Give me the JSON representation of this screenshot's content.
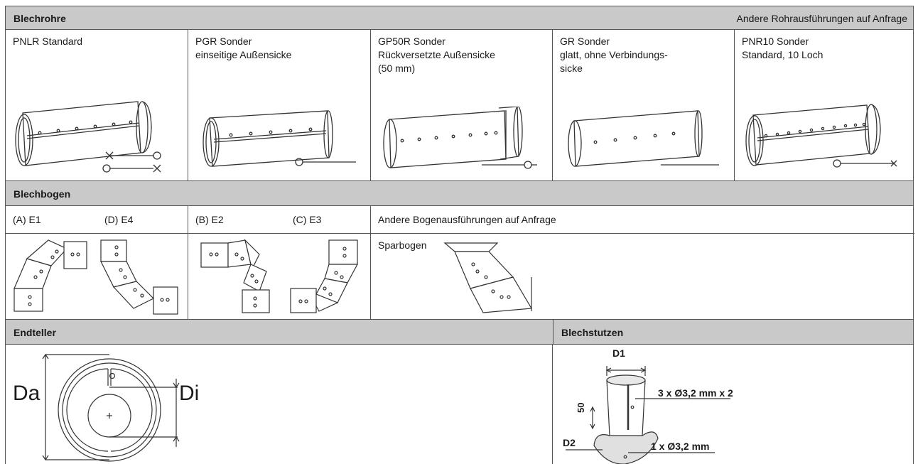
{
  "blechrohre": {
    "title": "Blechrohre",
    "note": "Andere Rohrausführungen auf Anfrage",
    "items": [
      {
        "line1": "PNLR Standard",
        "line2": "",
        "line3": ""
      },
      {
        "line1": "PGR Sonder",
        "line2": "einseitige Außensicke",
        "line3": ""
      },
      {
        "line1": "GP50R Sonder",
        "line2": "Rückversetzte Außensicke",
        "line3": "(50 mm)"
      },
      {
        "line1": "GR Sonder",
        "line2": "glatt, ohne Verbindungs-",
        "line3": "sicke"
      },
      {
        "line1": "PNR10 Sonder",
        "line2": "Standard, 10 Loch",
        "line3": ""
      }
    ]
  },
  "blechbogen": {
    "title": "Blechbogen",
    "a": "(A) E1",
    "d": "(D) E4",
    "b": "(B) E2",
    "c": "(C) E3",
    "note": "Andere Bogenausführungen auf Anfrage",
    "sparbogen": "Sparbogen"
  },
  "endteller": {
    "title": "Endteller",
    "da": "Da",
    "di": "Di"
  },
  "blechstutzen": {
    "title": "Blechstutzen",
    "d1": "D1",
    "d2": "D2",
    "h": "50",
    "holes_top": "3 x Ø3,2 mm x 2",
    "holes_bottom": "1 x Ø3,2 mm"
  },
  "colors": {
    "header_bg": "#c9c9c9",
    "border": "#555555",
    "drawing": "#333333"
  }
}
